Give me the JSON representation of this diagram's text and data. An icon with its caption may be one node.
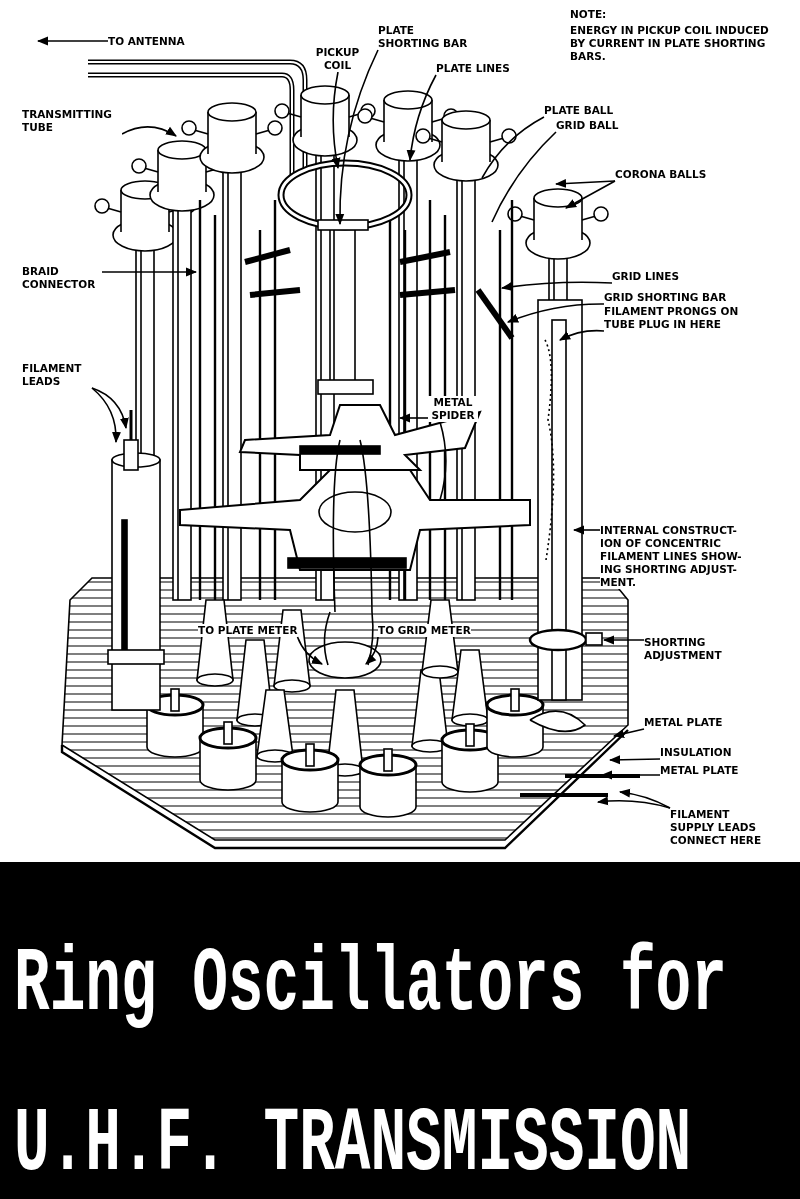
{
  "diagram": {
    "title": "Ring Oscillators for U.H.F. TRANSMISSION",
    "nodes": [
      {
        "text": [
          "TO ANTENNA"
        ]
      },
      {
        "text": [
          "PICKUP COIL"
        ]
      },
      {
        "text": [
          "PLATE SHORTING BAR"
        ]
      },
      {
        "text": [
          "PLATE LINES"
        ]
      },
      {
        "text": [
          "TRANSMITTING TUBE"
        ]
      },
      {
        "text": [
          "PLATE BALL"
        ]
      },
      {
        "text": [
          "GRID BALL"
        ]
      },
      {
        "text": [
          "CORONA BALLS"
        ]
      },
      {
        "text": [
          "BRAID CONNECTOR"
        ]
      },
      {
        "text": [
          "GRID LINES"
        ]
      },
      {
        "text": [
          "GRID SHORTING BAR"
        ]
      },
      {
        "text": [
          "FILAMENT PRONGS ON TUBE PLUG IN HERE"
        ]
      },
      {
        "text": [
          "FILAMENT LEADS"
        ]
      },
      {
        "text": [
          "METAL SPIDER"
        ]
      },
      {
        "text": [
          "INTERNAL CONSTRUCT- ION OF CONCENTRIC FILAMENT LINES SHOW- ING SHORTING ADJUST- MENT."
        ]
      },
      {
        "text": [
          "SHORTING ADJUSTMENT"
        ]
      },
      {
        "text": [
          "TO PLATE METER"
        ]
      },
      {
        "text": [
          "TO GRID METER"
        ]
      },
      {
        "text": [
          "METAL PLATE"
        ]
      },
      {
        "text": [
          "INSULATION"
        ]
      },
      {
        "text": [
          "METAL PLATE"
        ]
      },
      {
        "text": [
          "FILAMENT SUPPLY LEADS CONNECT HERE"
        ]
      }
    ],
    "edges": [
      {
        "from": 0,
        "to": null,
        "arrow": "to"
      },
      {
        "from": 1,
        "to": null,
        "arrow": "to"
      },
      {
        "from": 2,
        "to": null,
        "arrow": "to"
      },
      {
        "from": 3,
        "to": null,
        "arrow": "to"
      },
      {
        "from": 4,
        "to": null,
        "arrow": "to"
      },
      {
        "from": 5,
        "to": null,
        "arrow": "none"
      },
      {
        "from": 6,
        "to": null,
        "arrow": "none"
      },
      {
        "from": 7,
        "to": null,
        "arrow": "to"
      },
      {
        "from": 7,
        "to": null,
        "arrow": "to"
      },
      {
        "from": 8,
        "to": null,
        "arrow": "to"
      },
      {
        "from": 9,
        "to": null,
        "arrow": "to"
      },
      {
        "from": 10,
        "to": null,
        "arrow": "to"
      },
      {
        "from": 11,
        "to": null,
        "arrow": "to"
      },
      {
        "from": 12,
        "to": null,
        "arrow": "to"
      },
      {
        "from": 12,
        "to": null,
        "arrow": "to"
      },
      {
        "from": 13,
        "to": null,
        "arrow": "to"
      },
      {
        "from": 13,
        "to": null,
        "arrow": "none"
      },
      {
        "from": 14,
        "to": null,
        "arrow": "to"
      },
      {
        "from": 15,
        "to": null,
        "arrow": "to"
      },
      {
        "from": 16,
        "to": null,
        "arrow": "to"
      },
      {
        "from": 17,
        "to": null,
        "arrow": "to"
      },
      {
        "from": 18,
        "to": null,
        "arrow": "to"
      },
      {
        "from": 19,
        "to": null,
        "arrow": "to"
      },
      {
        "from": 20,
        "to": null,
        "arrow": "to"
      },
      {
        "from": 21,
        "to": null,
        "arrow": "to"
      },
      {
        "from": 21,
        "to": null,
        "arrow": "to"
      }
    ],
    "labels": [
      "NOTE:",
      "ENERGY IN PICKUP COIL INDUCED BY CURRENT IN PLATE SHORTING BARS."
    ]
  }
}
